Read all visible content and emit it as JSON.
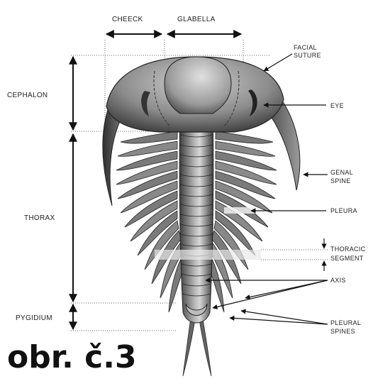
{
  "diagram": {
    "labels": {
      "cheeck": "CHEECK",
      "glabella": "GLABELLA",
      "cephalon": "CEPHALON",
      "thorax": "THORAX",
      "pygidium": "PYGIDIUM",
      "facial_suture_1": "FACIAL",
      "facial_suture_2": "SUTURE",
      "eye": "EYE",
      "genal_spine_1": "GENAL",
      "genal_spine_2": "SPINE",
      "pleura": "PLEURA",
      "thoracic_segment_1": "THORACIC",
      "thoracic_segment_2": "SEGMENT",
      "axis": "AXIS",
      "pleural_spines_1": "PLEURAL",
      "pleural_spines_2": "SPINES"
    },
    "colors": {
      "ink": "#222222",
      "body_dark": "#444444",
      "body_mid": "#8a8a8a",
      "body_light": "#cfcfcf"
    }
  },
  "caption": "obr. č.3"
}
